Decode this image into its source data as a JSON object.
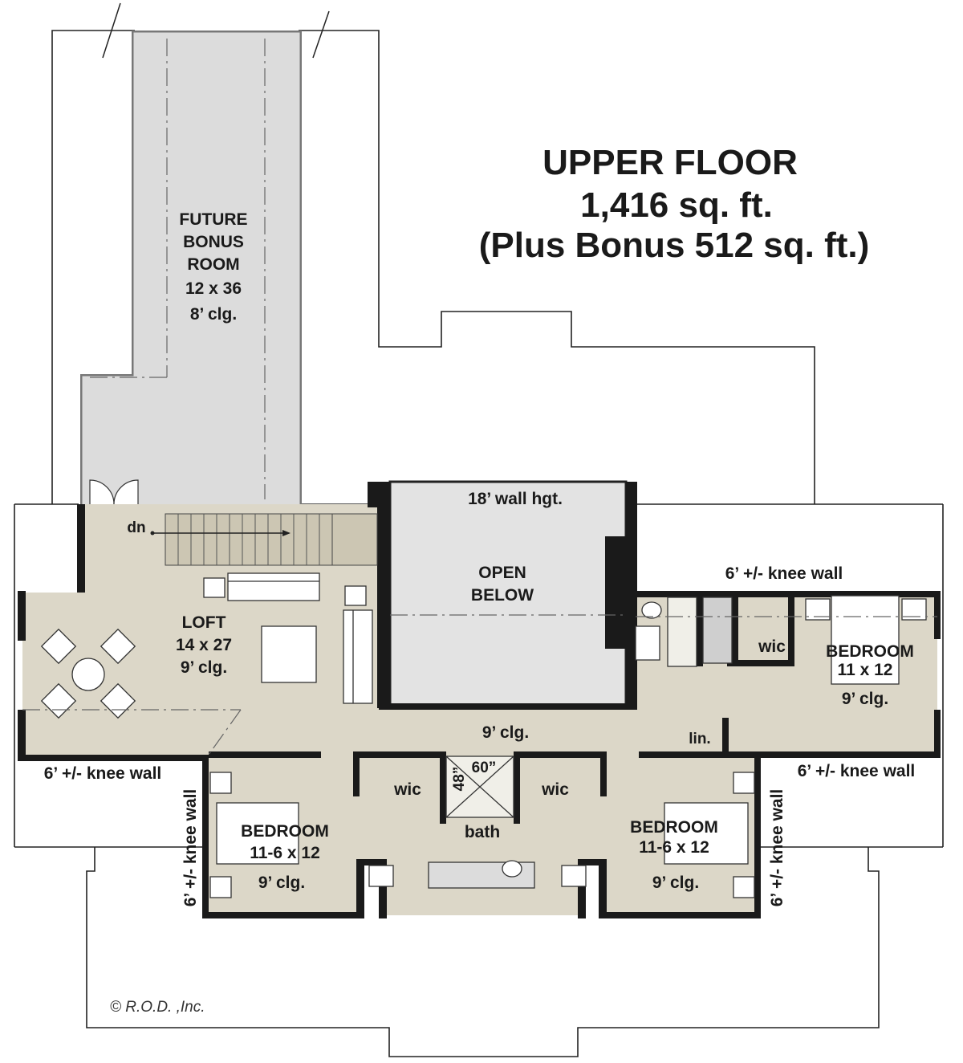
{
  "plan": {
    "title": {
      "line1": "UPPER FLOOR",
      "line2": "1,416 sq. ft.",
      "line3": "(Plus Bonus 512 sq. ft.)"
    },
    "bonus_room": {
      "name_line1": "FUTURE",
      "name_line2": "BONUS",
      "name_line3": "ROOM",
      "size": "12 x 36",
      "ceiling": "8’ clg."
    },
    "open_below": {
      "wall_height": "18’ wall hgt.",
      "line1": "OPEN",
      "line2": "BELOW"
    },
    "loft": {
      "name": "LOFT",
      "size": "14 x 27",
      "ceiling": "9’ clg.",
      "stair_label": "dn"
    },
    "hall": {
      "ceiling": "9’ clg.",
      "linen": "lin."
    },
    "bedroom_east": {
      "name": "BEDROOM",
      "size": "11 x 12",
      "ceiling": "9’ clg.",
      "closet": "wic"
    },
    "bedroom_sw": {
      "name": "BEDROOM",
      "size": "11-6 x 12",
      "ceiling": "9’ clg.",
      "closet": "wic"
    },
    "bedroom_se": {
      "name": "BEDROOM",
      "size": "11-6 x 12",
      "ceiling": "9’ clg.",
      "closet": "wic"
    },
    "bath": {
      "name": "bath",
      "shower_w": "60”",
      "shower_d": "48”"
    },
    "knee_walls": {
      "east_top": "6’ +/- knee wall",
      "west": "6’ +/- knee wall",
      "southeast": "6’ +/- knee wall",
      "left_vertical": "6’ +/- knee wall",
      "right_vertical": "6’ +/- knee wall"
    },
    "credit": "© R.O.D. ,Inc."
  },
  "colors": {
    "floor_main": "#dcd7c8",
    "floor_bonus": "#dcdcdc",
    "wall": "#1a1a1a",
    "outline": "#222222"
  }
}
